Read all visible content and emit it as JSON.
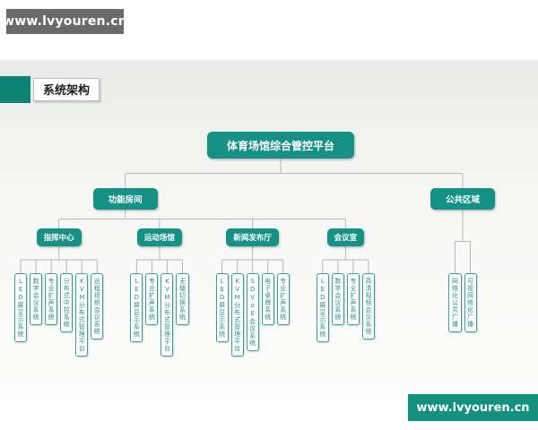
{
  "watermark_top": "www.lvyouren.cn",
  "watermark_bottom": "www.lvyouren.cn",
  "page_title": "系统架构",
  "colors": {
    "accent_teal": "#169185",
    "title_square": "#0c8375",
    "leaf_border": "#35a096",
    "leaf_text": "#2e8f86",
    "line": "#b5b8b8",
    "watermark_top_bg": "#6a6a6a",
    "watermark_bottom_bg": "#12917f"
  },
  "chart": {
    "root": "体育场馆综合管控平台",
    "children": [
      {
        "label": "功能房间",
        "children": [
          {
            "label": "指挥中心",
            "leaves": [
              "LED屏显示系统",
              "数字会议系统",
              "专业扩声系统",
              "分布式中控系统",
              "KVM分布式管理平台",
              "远程视频会议系统"
            ]
          },
          {
            "label": "运动场馆",
            "leaves": [
              "LED屏显示系统",
              "专业扩声系统",
              "KVM分布式管理平台",
              "无缝切换系统"
            ]
          },
          {
            "label": "新闻发布厅",
            "leaves": [
              "LED屏显示系统",
              "KVM分布式管理平台",
              "SDVoE会议系统",
              "电子桌牌系统",
              "专业扩声系统"
            ]
          },
          {
            "label": "会议室",
            "leaves": [
              "LED屏显示系统",
              "数字会议系统",
              "专业扩声系统",
              "高清视频会议系统"
            ]
          }
        ]
      },
      {
        "label": "公共区域",
        "leaves": [
          "网络化公共广播",
          "可视网络化广播"
        ]
      }
    ]
  }
}
